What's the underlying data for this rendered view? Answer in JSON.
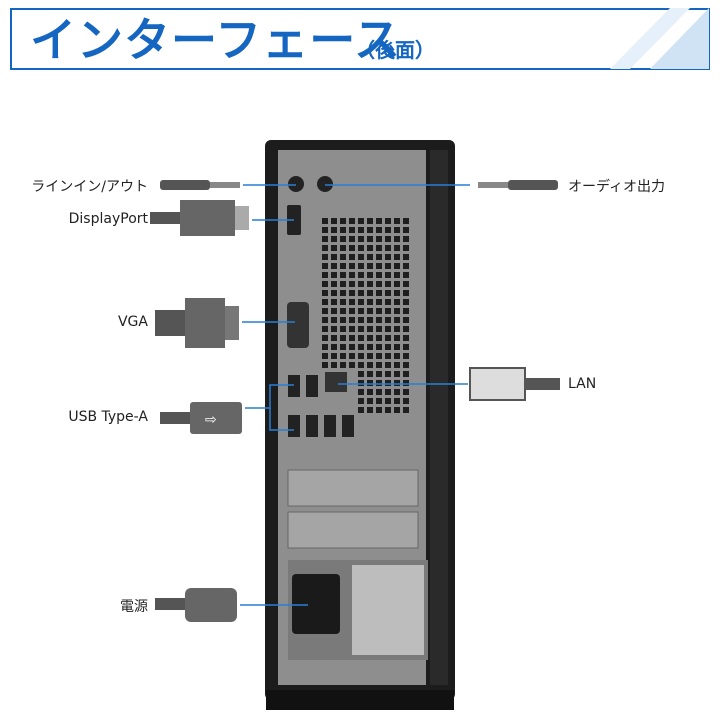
{
  "header": {
    "title": "インターフェース",
    "subtitle": "（後面）"
  },
  "ports": {
    "line_in_out": "ラインイン/アウト",
    "displayport": "DisplayPort",
    "vga": "VGA",
    "usb_type_a": "USB Type-A",
    "power": "電源",
    "audio_out": "オーディオ出力",
    "lan": "LAN"
  },
  "colors": {
    "accent": "#1566c0",
    "header_stripe": "#cfe3f5",
    "leader_line": "#2a7fd4",
    "case": "#1c1c1c",
    "panel": "#9a9a9a",
    "connector": "#555555"
  }
}
